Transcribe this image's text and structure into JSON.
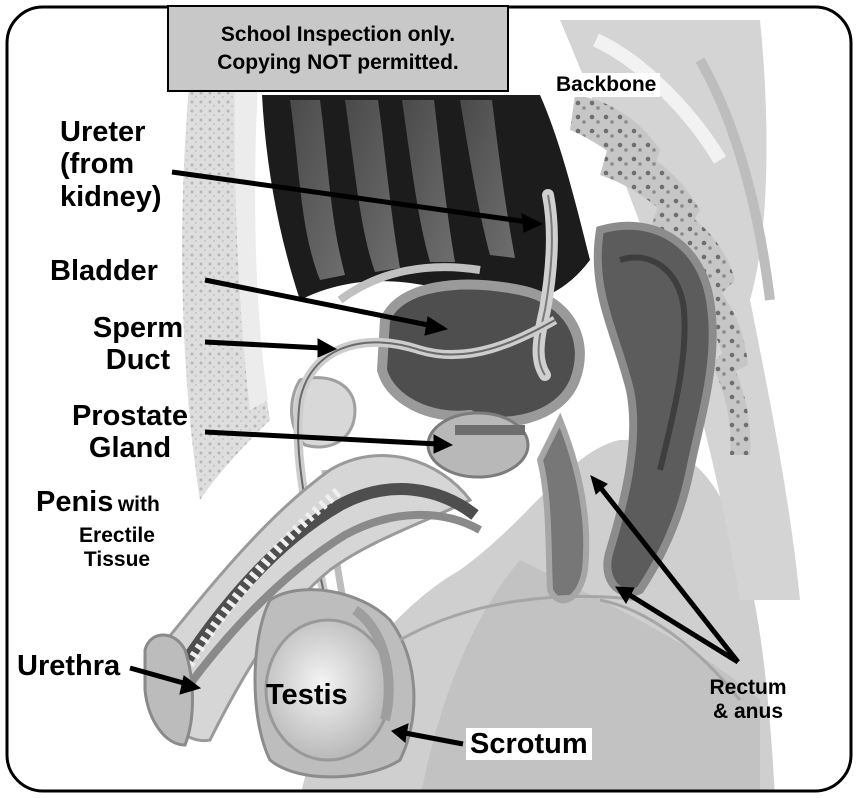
{
  "notice": {
    "line1": "School Inspection only.",
    "line2": "Copying NOT permitted."
  },
  "labels": {
    "backbone": "Backbone",
    "ureter_line1": "Ureter",
    "ureter_line2": "(from",
    "ureter_line3": "kidney)",
    "bladder": "Bladder",
    "sperm_duct_line1": "Sperm",
    "sperm_duct_line2": "Duct",
    "prostate_line1": "Prostate",
    "prostate_line2": "Gland",
    "penis": "Penis",
    "penis_with": "with",
    "erectile": "Erectile",
    "tissue": "Tissue",
    "urethra": "Urethra",
    "testis": "Testis",
    "scrotum": "Scrotum",
    "rectum_line1": "Rectum",
    "rectum_line2": "& anus"
  },
  "colors": {
    "frame": "#000000",
    "notice_bg": "#c8c8c8",
    "tissue_light": "#dcdcdc",
    "tissue_mid": "#a8a8a8",
    "tissue_dark": "#5a5a5a",
    "cavity": "#1e1e1e"
  }
}
